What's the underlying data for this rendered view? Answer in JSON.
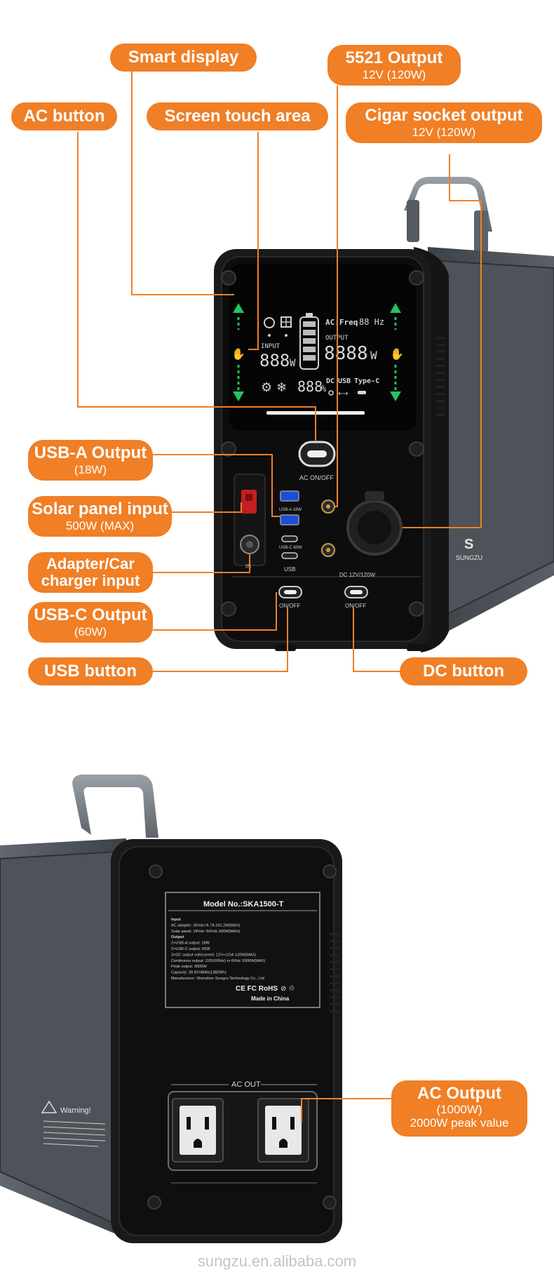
{
  "labels": {
    "smart_display": "Smart display",
    "output_5521_title": "5521 Output",
    "output_5521_sub": "12V  (120W)",
    "ac_button": "AC button",
    "screen_touch_area": "Screen touch area",
    "cigar_title": "Cigar socket output",
    "cigar_sub": "12V  (120W)",
    "usba_title": "USB-A Output",
    "usba_sub": "(18W)",
    "solar_title": "Solar panel input",
    "solar_sub": "500W (MAX)",
    "adapter_line1": "Adapter/Car",
    "adapter_line2": "charger input",
    "usbc_title": "USB-C Output",
    "usbc_sub": "(60W)",
    "usb_button": "USB button",
    "dc_button": "DC button",
    "ac_output_title": "AC Output",
    "ac_output_sub1": "(1000W)",
    "ac_output_sub2": "2000W peak value"
  },
  "device_front": {
    "lcd_ac_freq": "AC:Freq",
    "lcd_freq_digits": "88 Hz",
    "lcd_input": "INPUT",
    "lcd_input_digits": "888",
    "lcd_w1": "W",
    "lcd_output": "OUTPUT",
    "lcd_output_digits": "8888",
    "lcd_w2": "W",
    "lcd_pct_digits": "888",
    "lcd_pct": "%",
    "lcd_dc": "DC",
    "lcd_usb": "USB",
    "lcd_typec": "Type-C",
    "ac_onoff": "AC ON/OFF",
    "usba_port_label": "USB-A 18W",
    "usbc_port_label": "USB-C 60W",
    "usb_label": "USB",
    "usb_onoff": "ON/OFF",
    "dc_label": "DC 12V/120W",
    "dc_onoff": "ON/OFF",
    "in_label": "IN",
    "brand": "SUNGZU"
  },
  "device_back": {
    "model": "Model No.:SKA1500-T",
    "spec_lines": [
      "Input",
      "AC adapter: 36Vdc=6.7A  241.2W(MAX)",
      "Solar panel: 18Vdc~50Vdc 500W(MAX)",
      "Output",
      "2×USB-A output: 18W",
      "2×USB-C output: 60W",
      "3×DC output volt/current: 12V⎓1OA 120W(MAX)",
      "Continuous output: 110V(60Hz) or 60Hz 1000W(MAX)",
      "Peak output: 3000W",
      "Capacity: 28.8V/48Ah(1382Wh)",
      "Manufacturer: Shenzhen Sungzu Technology Co., Ltd"
    ],
    "certs": "CE FC RoHS",
    "made_in": "Made in China",
    "ac_out": "AC OUT",
    "warning": "Warning!"
  },
  "watermark": "sungzu.en.alibaba.com",
  "colors": {
    "accent": "#f07f26",
    "lcd_green": "#22c55e",
    "body_dark": "#111111",
    "side_gray": "#4a4f54"
  }
}
